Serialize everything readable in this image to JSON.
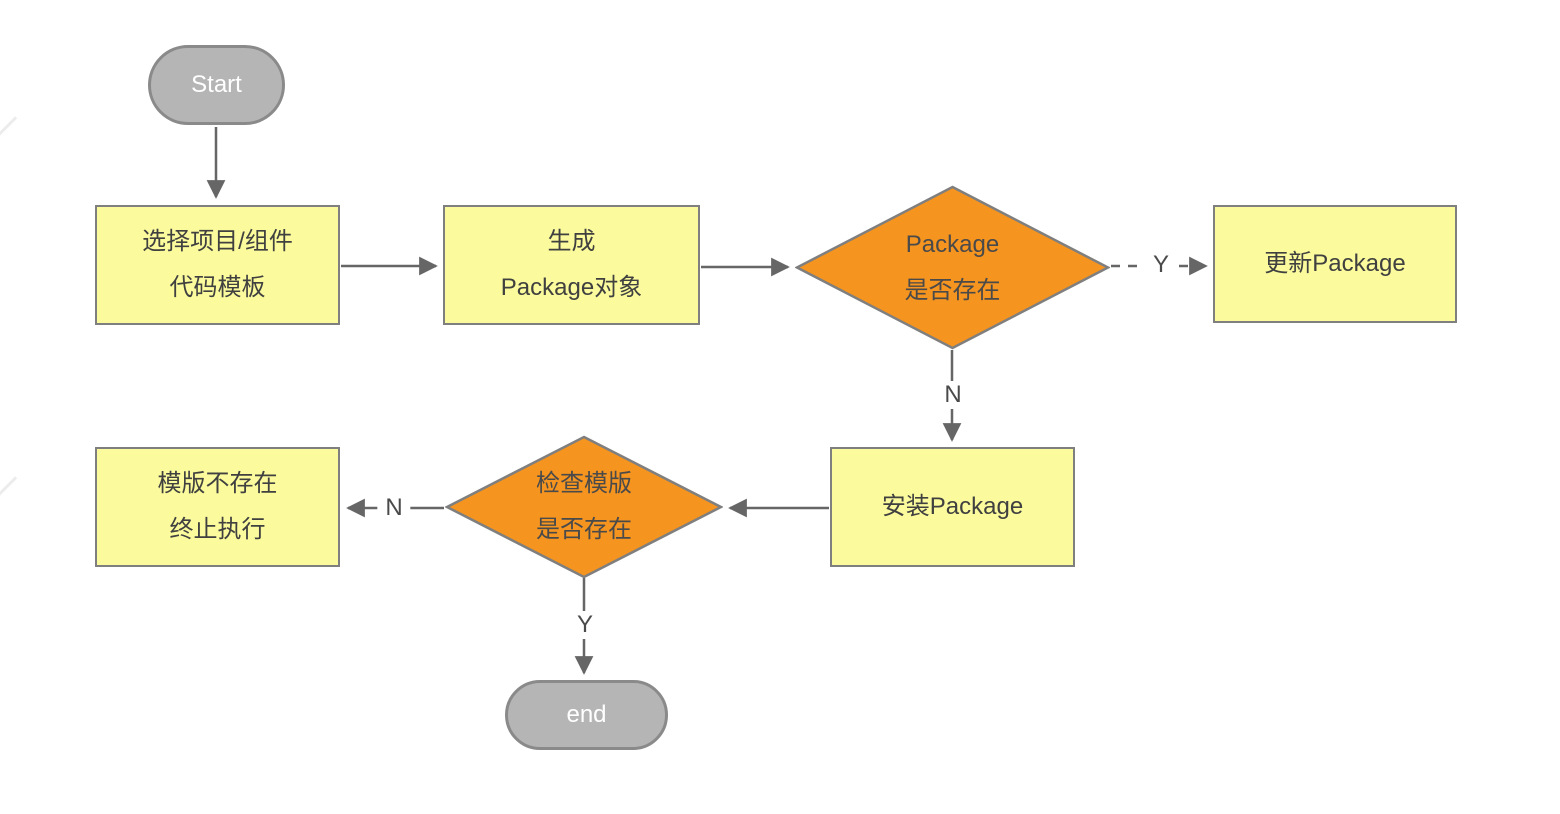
{
  "diagram": {
    "nodes": {
      "start": {
        "label": "Start"
      },
      "select_template": {
        "line1": "选择项目/组件",
        "line2": "代码模板"
      },
      "generate_package": {
        "line1": "生成",
        "line2": "Package对象"
      },
      "package_exists": {
        "line1": "Package",
        "line2": "是否存在"
      },
      "update_package": {
        "label": "更新Package"
      },
      "install_package": {
        "label": "安装Package"
      },
      "check_template": {
        "line1": "检查模版",
        "line2": "是否存在"
      },
      "template_missing": {
        "line1": "模版不存在",
        "line2": "终止执行"
      },
      "end": {
        "label": "end"
      }
    },
    "edge_labels": {
      "package_exists_yes": "Y",
      "package_exists_no": "N",
      "check_template_no": "N",
      "check_template_yes": "Y"
    },
    "colors": {
      "process_fill": "#FBFB9D",
      "decision_fill": "#F5941F",
      "terminal_fill": "#B5B5B5",
      "stroke": "#7F7F7F",
      "arrow": "#666666",
      "process_text": "#404040",
      "terminal_text": "#FFFFFF"
    }
  }
}
